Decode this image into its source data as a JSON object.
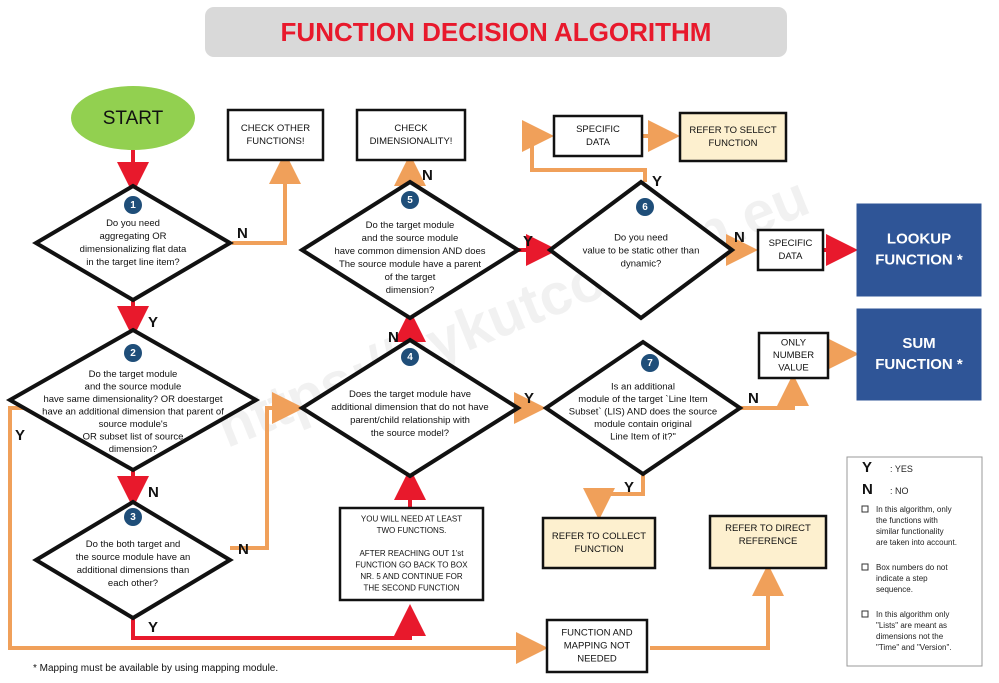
{
  "title": "FUNCTION DECISION ALGORITHM",
  "colors": {
    "title_red": "#e8192c",
    "title_bg": "#d9d9d9",
    "start_green": "#92d050",
    "arrow_red": "#e8192c",
    "arrow_orange": "#f0a05a",
    "badge_blue": "#1f4e79",
    "result_blue": "#2f5597",
    "refer_fill": "#fdf0cf"
  },
  "start": "START",
  "diamonds": [
    {
      "number": "1",
      "lines": [
        "Do you need",
        "aggregating OR",
        "dimensionalizing flat data",
        "in the target line item?"
      ]
    },
    {
      "number": "2",
      "lines": [
        "Do the target module",
        "and the source module",
        "have same dimensionality? OR  doestarget",
        "have an additional dimension that parent of",
        "source module's",
        "OR subset list of source",
        "dimension?"
      ]
    },
    {
      "number": "3",
      "lines": [
        "Do the both target and",
        "the source module have an",
        "additional dimensions than",
        "each other?"
      ]
    },
    {
      "number": "4",
      "lines": [
        "Does the target module have",
        "additional dimension that do not have",
        "parent/child relationship with",
        "the source model?"
      ]
    },
    {
      "number": "5",
      "lines": [
        "Do the target module",
        "and the source module",
        "have common dimension AND does",
        "The source module have a parent",
        "of the target",
        "dimension?"
      ]
    },
    {
      "number": "6",
      "lines": [
        "Do you need",
        "value to be static other than",
        "dynamic?"
      ]
    },
    {
      "number": "7",
      "lines": [
        "Is an additional",
        "module of the target `Line Item",
        "Subset` (LIS) AND does the source",
        "module contain original",
        "Line Item of it?\""
      ]
    }
  ],
  "boxes": {
    "check_other": [
      "CHECK OTHER",
      "FUNCTIONS!"
    ],
    "check_dim": [
      "CHECK",
      "DIMENSIONALITY!"
    ],
    "specific_top": [
      "SPECIFIC",
      "DATA"
    ],
    "refer_select": [
      "REFER TO SELECT",
      "FUNCTION"
    ],
    "specific_mid": [
      "SPECIFIC",
      "DATA"
    ],
    "lookup": [
      "LOOKUP",
      "FUNCTION *"
    ],
    "only_number": [
      "ONLY",
      "NUMBER",
      "VALUE"
    ],
    "sum": [
      "SUM",
      "FUNCTION *"
    ],
    "refer_collect": [
      "REFER TO COLLECT",
      "FUNCTION"
    ],
    "refer_direct": [
      "REFER TO DIRECT",
      "REFERENCE"
    ],
    "two_functions": [
      "YOU WILL NEED AT LEAST",
      "TWO FUNCTIONS.",
      "",
      "AFTER REACHING OUT 1'st",
      "FUNCTION GO BACK TO BOX",
      "NR. 5 AND CONTINUE FOR",
      "THE SECOND FUNCTION"
    ],
    "mapping_not_needed": [
      "FUNCTION AND",
      "MAPPING NOT",
      "NEEDED"
    ]
  },
  "labels": {
    "yes": "Y",
    "no": "N"
  },
  "legend": {
    "y_key": "Y",
    "y_text": ": YES",
    "n_key": "N",
    "n_text": ": NO",
    "notes": [
      [
        "In this algorithm, only",
        "the functions with",
        "similar functionality",
        "are taken into account."
      ],
      [
        "Box numbers do not",
        "indicate a step",
        "sequence."
      ],
      [
        "In this algorithm only",
        "\"Lists\" are meant as",
        "dimensions not the",
        "\"Time\" and \"Version\"."
      ]
    ]
  },
  "footnote": "* Mapping must be available by using mapping module.",
  "watermark": "https://aykutcoskun.eu"
}
